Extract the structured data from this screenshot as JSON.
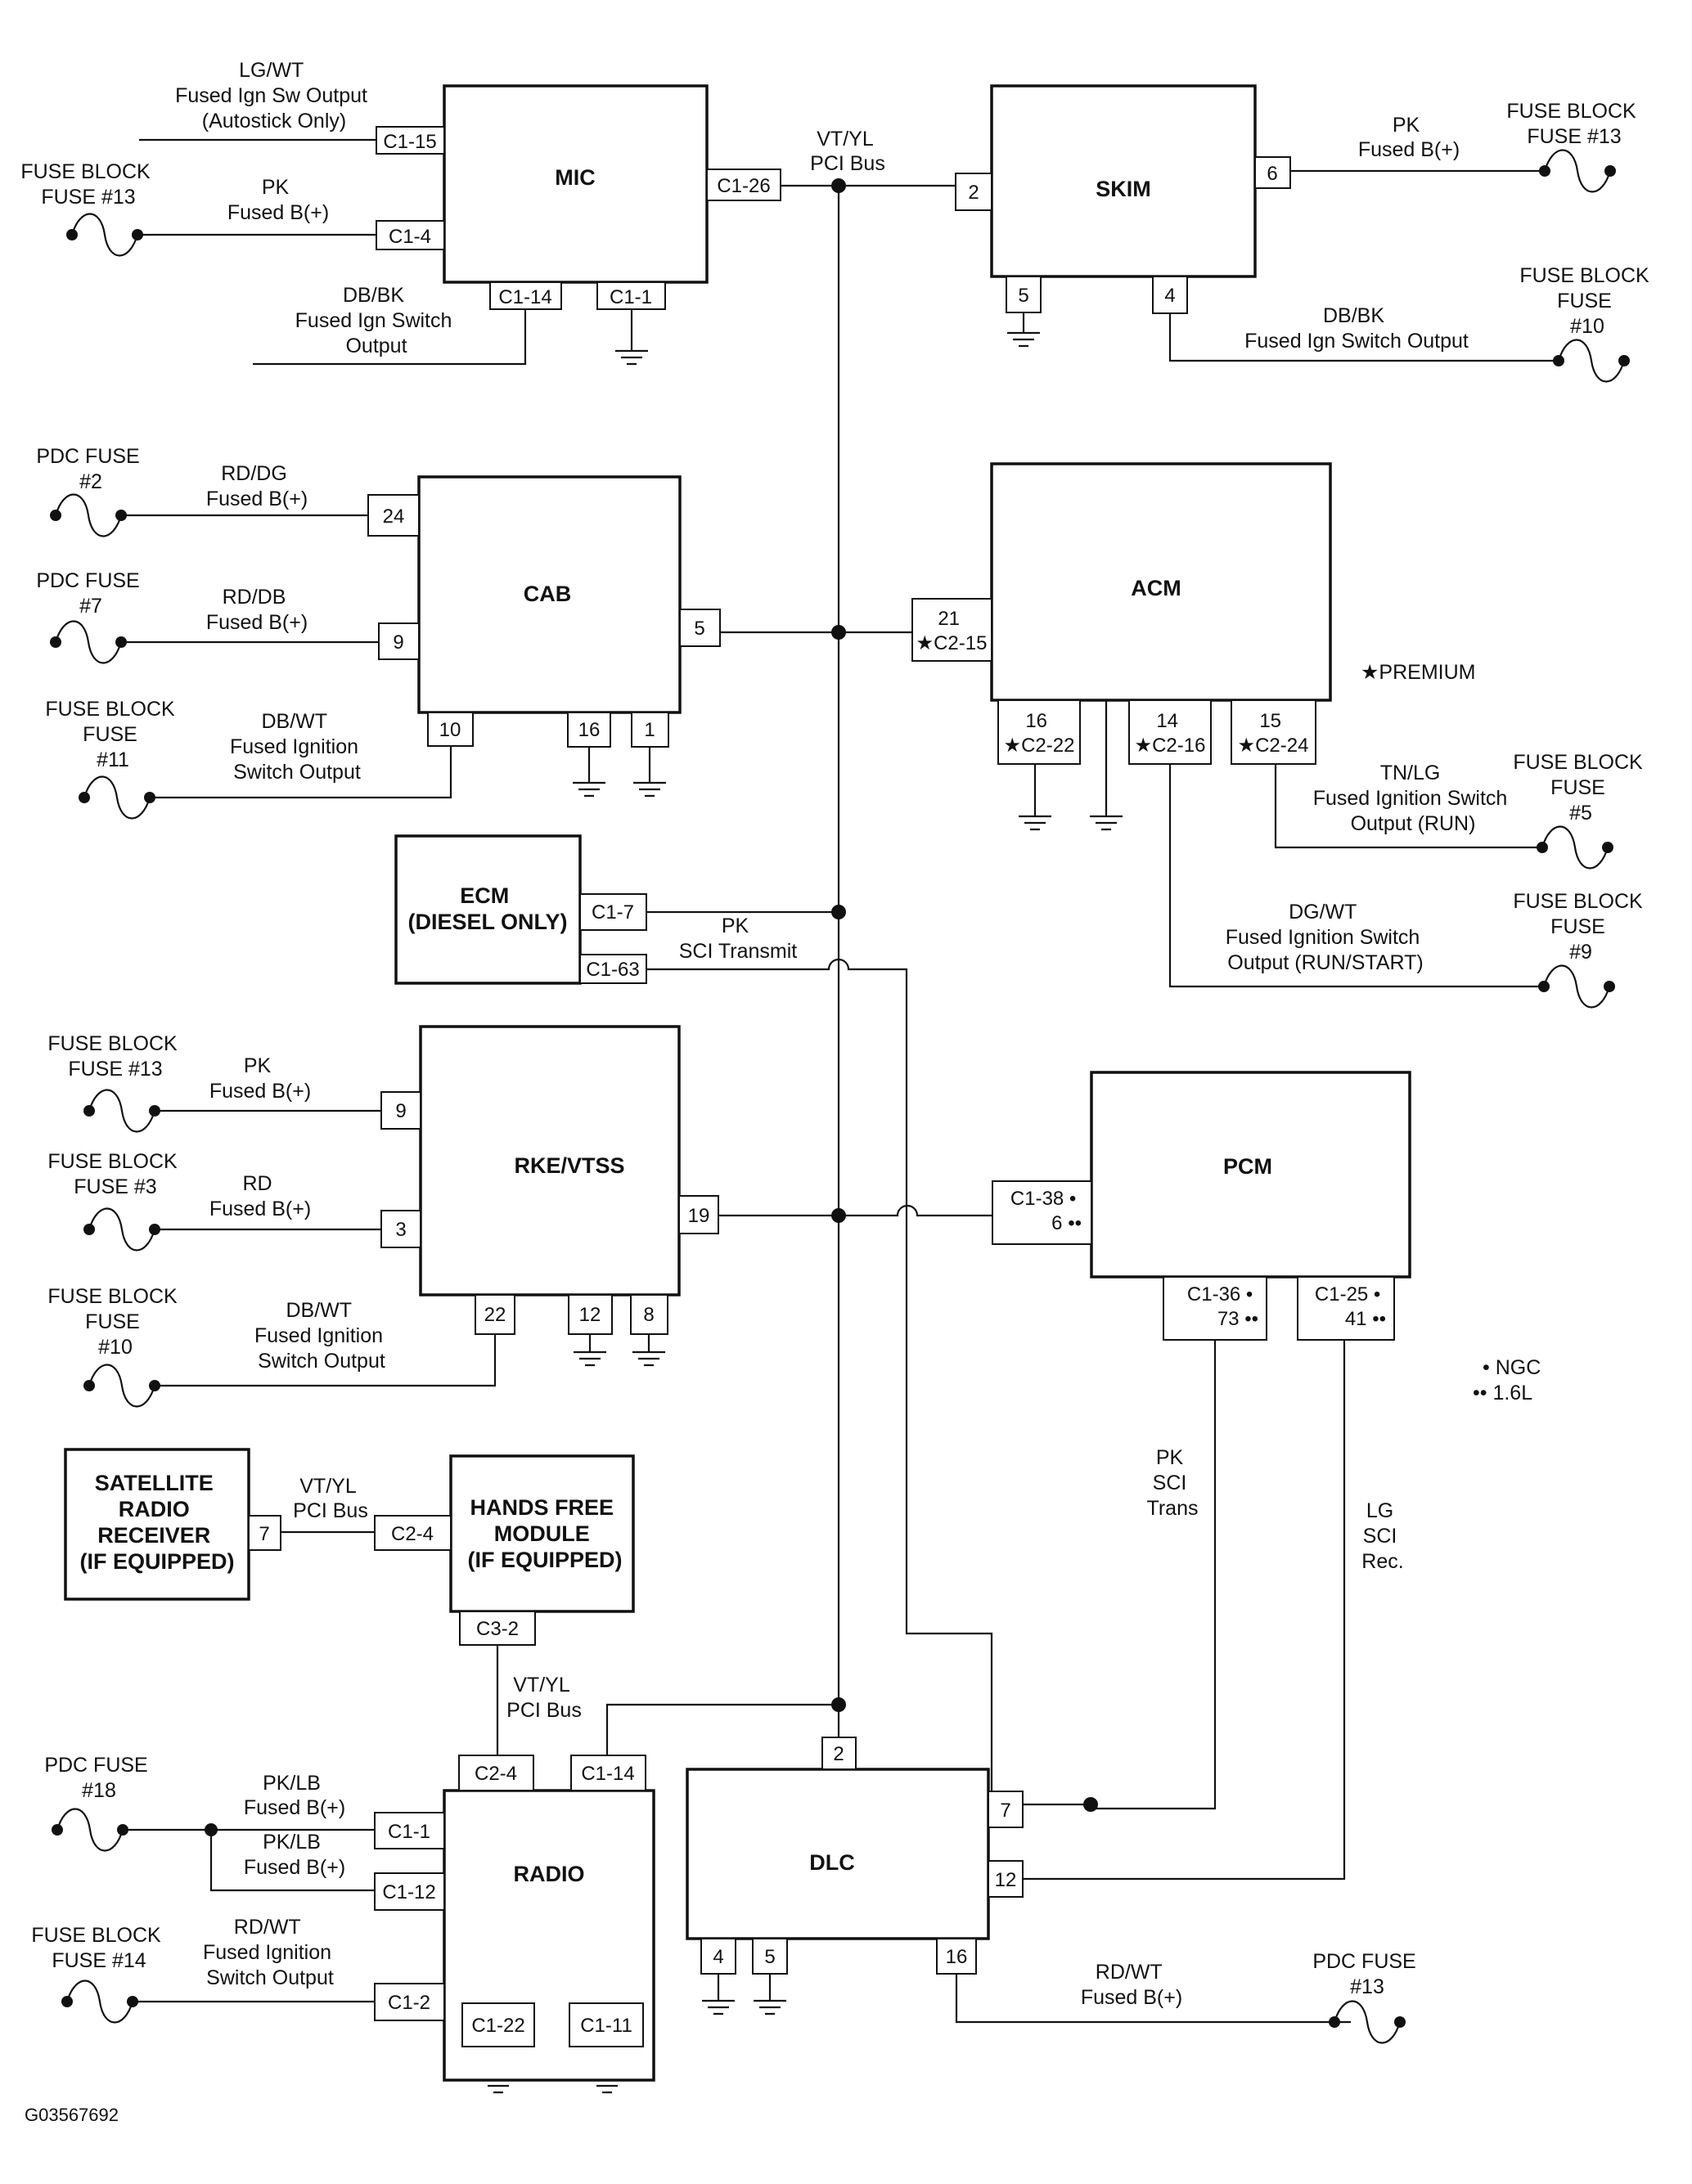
{
  "modules": {
    "mic": "MIC",
    "skim": "SKIM",
    "cab": "CAB",
    "acm": "ACM",
    "ecm": [
      "ECM",
      "(DIESEL ONLY)"
    ],
    "rke": "RKE/VTSS",
    "pcm": "PCM",
    "sat": [
      "SATELLITE",
      "RADIO",
      "RECEIVER",
      "(IF EQUIPPED)"
    ],
    "hfm": [
      "HANDS FREE",
      "MODULE",
      "(IF EQUIPPED)"
    ],
    "radio": "RADIO",
    "dlc": "DLC"
  },
  "pins": {
    "mic_c1_15": "C1-15",
    "mic_c1_4": "C1-4",
    "mic_c1_14": "C1-14",
    "mic_c1_1": "C1-1",
    "mic_c1_26": "C1-26",
    "skim_2": "2",
    "skim_6": "6",
    "skim_5": "5",
    "skim_4": "4",
    "cab_24": "24",
    "cab_9": "9",
    "cab_5": "5",
    "cab_10": "10",
    "cab_16": "16",
    "cab_1": "1",
    "acm_21": [
      "21",
      "★C2-15"
    ],
    "acm_16": [
      "16",
      "★C2-22"
    ],
    "acm_14": [
      "14",
      "★C2-16"
    ],
    "acm_15": [
      "15",
      "★C2-24"
    ],
    "ecm_c1_7": "C1-7",
    "ecm_c1_63": "C1-63",
    "rke_9": "9",
    "rke_3": "3",
    "rke_19": "19",
    "rke_22": "22",
    "rke_12": "12",
    "rke_8": "8",
    "pcm_a": [
      "C1-38 •",
      "6 ••"
    ],
    "pcm_b": [
      "C1-36 •",
      "73 ••"
    ],
    "pcm_c": [
      "C1-25 •",
      "41 ••"
    ],
    "sat_7": "7",
    "hfm_c2_4": "C2-4",
    "hfm_c3_2": "C3-2",
    "radio_c2_4": "C2-4",
    "radio_c1_14": "C1-14",
    "radio_c1_1": "C1-1",
    "radio_c1_12": "C1-12",
    "radio_c1_2": "C1-2",
    "radio_c1_22": "C1-22",
    "radio_c1_11": "C1-11",
    "dlc_2": "2",
    "dlc_7": "7",
    "dlc_12": "12",
    "dlc_4": "4",
    "dlc_5": "5",
    "dlc_16": "16"
  },
  "wires": {
    "mic_lgwt": [
      "LG/WT",
      "Fused Ign Sw Output",
      "(Autostick Only)"
    ],
    "mic_pk": [
      "PK",
      "Fused B(+)"
    ],
    "mic_dbbk": [
      "DB/BK",
      "Fused Ign Switch",
      "Output"
    ],
    "pci_top": [
      "VT/YL",
      "PCI Bus"
    ],
    "skim_pk": [
      "PK",
      "Fused B(+)"
    ],
    "skim_dbbk": [
      "DB/BK",
      "Fused Ign Switch Output"
    ],
    "cab_rddg": [
      "RD/DG",
      "Fused B(+)"
    ],
    "cab_rddb": [
      "RD/DB",
      "Fused B(+)"
    ],
    "cab_dbwt": [
      "DB/WT",
      "Fused Ignition",
      "Switch Output"
    ],
    "acm_tnlg": [
      "TN/LG",
      "Fused Ignition Switch",
      "Output (RUN)"
    ],
    "acm_dgwt": [
      "DG/WT",
      "Fused Ignition Switch",
      "Output (RUN/START)"
    ],
    "ecm_sci": [
      "PK",
      "SCI Transmit"
    ],
    "rke_pk": [
      "PK",
      "Fused B(+)"
    ],
    "rke_rd": [
      "RD",
      "Fused B(+)"
    ],
    "rke_dbwt": [
      "DB/WT",
      "Fused Ignition",
      "Switch Output"
    ],
    "pcm_sci_trans": [
      "PK",
      "SCI",
      "Trans"
    ],
    "pcm_sci_rec": [
      "LG",
      "SCI",
      "Rec."
    ],
    "sat_pci": [
      "VT/YL",
      "PCI Bus"
    ],
    "radio_pci": [
      "VT/YL",
      "PCI Bus"
    ],
    "radio_pklb1": [
      "PK/LB",
      "Fused B(+)"
    ],
    "radio_pklb2": [
      "PK/LB",
      "Fused B(+)"
    ],
    "radio_rdwt": [
      "RD/WT",
      "Fused Ignition",
      "Switch Output"
    ],
    "dlc_rdwt": [
      "RD/WT",
      "Fused B(+)"
    ]
  },
  "fuses": {
    "mic_b13": [
      "FUSE BLOCK",
      "FUSE #13"
    ],
    "skim_b13": [
      "FUSE BLOCK",
      "FUSE #13"
    ],
    "skim_b10": [
      "FUSE BLOCK",
      "FUSE",
      "#10"
    ],
    "cab_pdc2": [
      "PDC FUSE",
      "#2"
    ],
    "cab_pdc7": [
      "PDC FUSE",
      "#7"
    ],
    "cab_b11": [
      "FUSE BLOCK",
      "FUSE",
      "#11"
    ],
    "acm_b5": [
      "FUSE BLOCK",
      "FUSE",
      "#5"
    ],
    "acm_b9": [
      "FUSE BLOCK",
      "FUSE",
      "#9"
    ],
    "rke_b13": [
      "FUSE BLOCK",
      "FUSE #13"
    ],
    "rke_b3": [
      "FUSE BLOCK",
      "FUSE #3"
    ],
    "rke_b10": [
      "FUSE BLOCK",
      "FUSE",
      "#10"
    ],
    "radio_pdc18": [
      "PDC FUSE",
      "#18"
    ],
    "radio_b14": [
      "FUSE BLOCK",
      "FUSE #14"
    ],
    "dlc_pdc13": [
      "PDC FUSE",
      "#13"
    ]
  },
  "notes": {
    "premium": "★PREMIUM",
    "ngc": "• NGC",
    "l16": "•• 1.6L",
    "figure_id": "G03567692"
  }
}
